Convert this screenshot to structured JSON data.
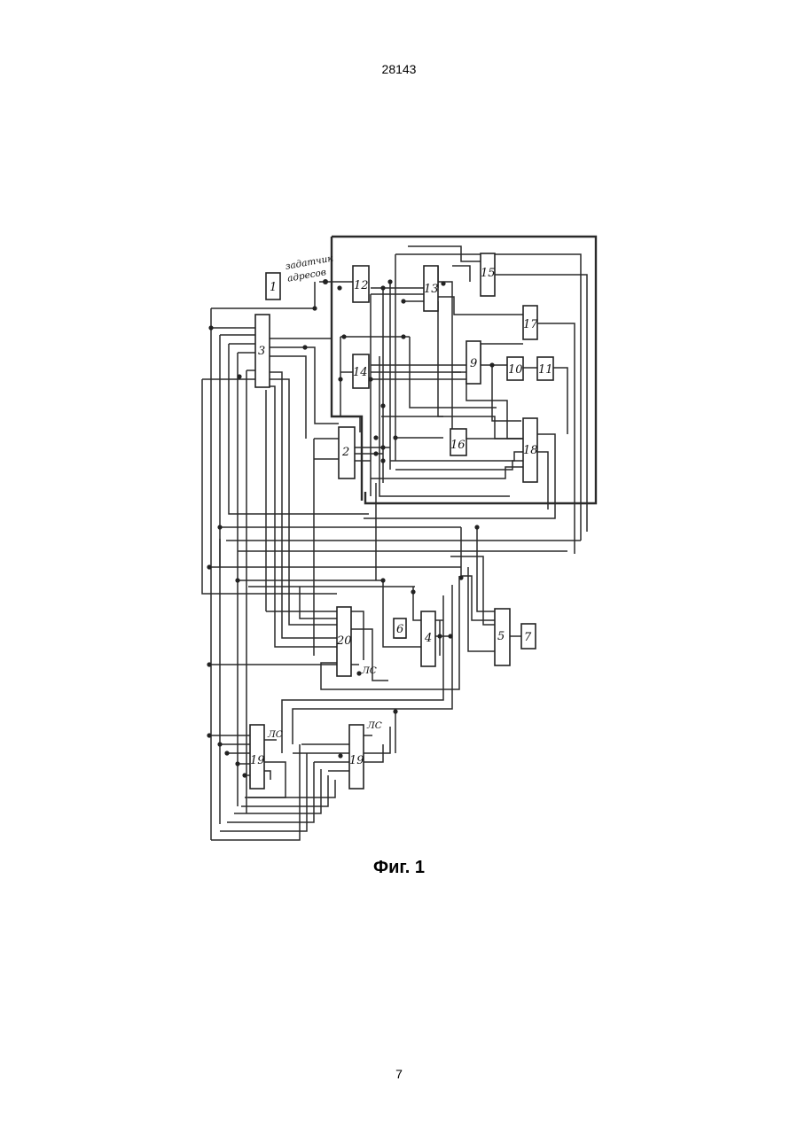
{
  "document": {
    "patent_number": "28143",
    "page_number": "7",
    "figure_caption": "Фиг. 1"
  },
  "diagram": {
    "address_setter_label_line1": "задатчик",
    "address_setter_label_line2": "адресов",
    "blocks": [
      {
        "id": "b1",
        "label": "1"
      },
      {
        "id": "b2",
        "label": "2"
      },
      {
        "id": "b3",
        "label": "3"
      },
      {
        "id": "b4",
        "label": "4"
      },
      {
        "id": "b5",
        "label": "5"
      },
      {
        "id": "b6",
        "label": "6"
      },
      {
        "id": "b7",
        "label": "7"
      },
      {
        "id": "b9",
        "label": "9"
      },
      {
        "id": "b10",
        "label": "10"
      },
      {
        "id": "b11",
        "label": "11"
      },
      {
        "id": "b12",
        "label": "12"
      },
      {
        "id": "b13",
        "label": "13"
      },
      {
        "id": "b14",
        "label": "14"
      },
      {
        "id": "b15",
        "label": "15"
      },
      {
        "id": "b16",
        "label": "16"
      },
      {
        "id": "b17",
        "label": "17"
      },
      {
        "id": "b18",
        "label": "18"
      },
      {
        "id": "b19a",
        "label": "19"
      },
      {
        "id": "b19b",
        "label": "19"
      },
      {
        "id": "b20",
        "label": "20"
      }
    ],
    "signal_labels": [
      "ЛС",
      "ЛС",
      "ЛС"
    ]
  }
}
